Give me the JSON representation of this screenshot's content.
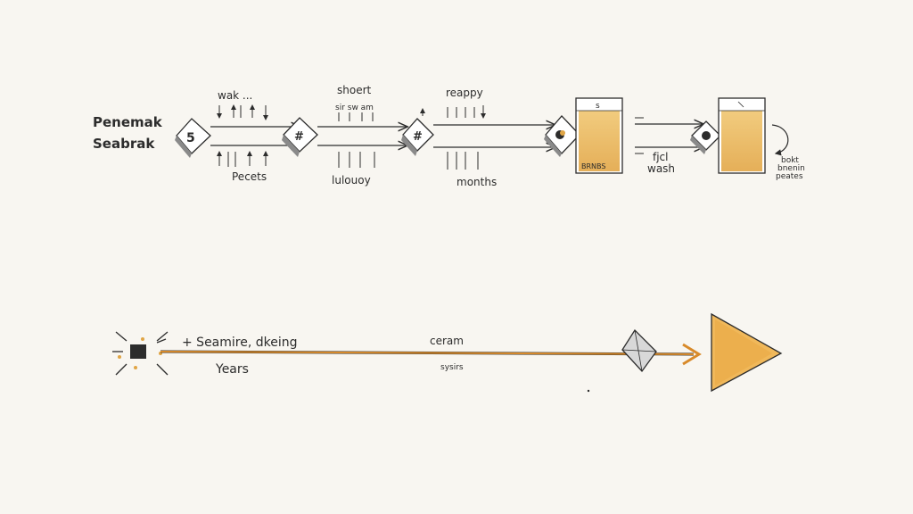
{
  "title": {
    "line1": "Penemak",
    "line2": "Seabrak"
  },
  "top_row": {
    "stage1": {
      "top_label": "wak ...",
      "bottom_label": "Pecets",
      "icon_glyph": "5"
    },
    "stage2": {
      "top_label": "shoert",
      "top_sub": "sir sw am",
      "bottom_label": "lulouoy",
      "icon_glyph": "#"
    },
    "stage3": {
      "top_label": "reappy",
      "bottom_label": "months",
      "icon_glyph": "#"
    },
    "jar1": {
      "top_glyph": "s",
      "label": "BRNBS"
    },
    "stage4": {
      "label_line1": "fjcl",
      "label_line2": "wash"
    },
    "jar2": {
      "label_line1": "bokt",
      "label_line2": "bnenin",
      "label_line3": "peates"
    }
  },
  "bottom_row": {
    "label_main": "+ Seamire, dkeing",
    "label_years": "Years",
    "label_mid": "ceram",
    "label_mid_sub": "sysirs"
  },
  "colors": {
    "ink": "#2c2c2c",
    "amber": "#e0a545",
    "amber_light": "#f1c878",
    "arrow_orange": "#d88a2a",
    "shadow_gray": "#8a8a8a"
  }
}
